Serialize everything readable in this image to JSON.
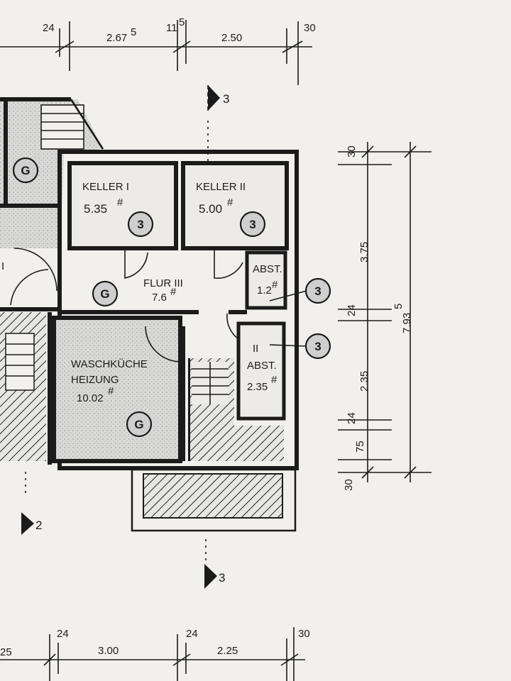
{
  "rooms": {
    "keller1": {
      "name": "KELLER I",
      "area": "5.35",
      "mark": "#",
      "badge": "3"
    },
    "keller2": {
      "name": "KELLER II",
      "area": "5.00",
      "mark": "#",
      "badge": "3"
    },
    "flur": {
      "name": "FLUR III",
      "area": "7.6",
      "mark": "#",
      "badge": "G"
    },
    "abst1": {
      "name": "ABST.",
      "area": "1.2",
      "mark": "#",
      "badge": "3"
    },
    "abst2": {
      "numeral": "II",
      "name": "ABST.",
      "area": "2.35",
      "mark": "#",
      "badge": "3"
    },
    "waschkueche": {
      "name1": "WASCHKÜCHE",
      "name2": "HEIZUNG",
      "area": "10.02",
      "mark": "#",
      "badge": "G"
    },
    "left_room": {
      "numeral": "I",
      "badge": "G"
    }
  },
  "top_dimensions": [
    "24",
    "2.67",
    "5",
    "11",
    "5",
    "2.50",
    "30"
  ],
  "bottom_dimensions": [
    "25",
    "24",
    "3.00",
    "24",
    "2.25",
    "30"
  ],
  "right_dimensions": [
    "30",
    "3.75",
    "24",
    "7.93",
    "5",
    "2.35",
    "24",
    "75",
    "30"
  ],
  "section_marks": {
    "top": "3",
    "bottom": "3",
    "left_bottom": "2"
  }
}
